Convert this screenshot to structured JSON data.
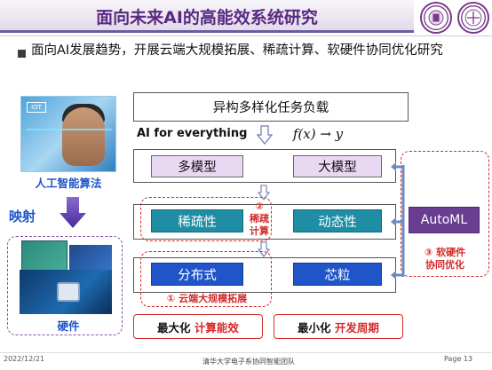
{
  "header": {
    "title": "面向未来AI的高能效系统研究"
  },
  "bullet": {
    "text": "面向AI发展趋势，开展云端大规模拓展、稀疏计算、软硬件协同优化研究"
  },
  "left": {
    "ai_image_tag": "IOT",
    "ai_caption": "人工智能算法",
    "mapping_label": "映射",
    "hardware_caption": "硬件"
  },
  "diagram": {
    "workload_label": "异构多样化任务负载",
    "ai_everything": "AI for everything",
    "formula": "f(x) → y",
    "layer1": {
      "left": "多模型",
      "right": "大模型"
    },
    "layer2": {
      "left": "稀疏性",
      "right": "动态性"
    },
    "layer3": {
      "left": "分布式",
      "right": "芯粒"
    },
    "automl": "AutoML",
    "annotations": {
      "sparse_num": "②",
      "sparse_line1": "稀疏",
      "sparse_line2": "计算",
      "cloud": "① 云端大规模拓展",
      "codesign_line1": "③ 软硬件",
      "codesign_line2": "协同优化"
    },
    "goals": [
      {
        "prefix": "最大化",
        "highlight": "计算能效"
      },
      {
        "prefix": "最小化",
        "highlight": "开发周期"
      }
    ]
  },
  "footer": {
    "date": "2022/12/21",
    "org": "清华大学电子系协同智能团队",
    "page": "Page 13"
  },
  "colors": {
    "title_purple": "#5a2a82",
    "accent_blue": "#1f55c8",
    "teal": "#1f8ea5",
    "purple": "#6a3d93",
    "red": "#d42a2a",
    "pink": "#e9d8f2"
  }
}
